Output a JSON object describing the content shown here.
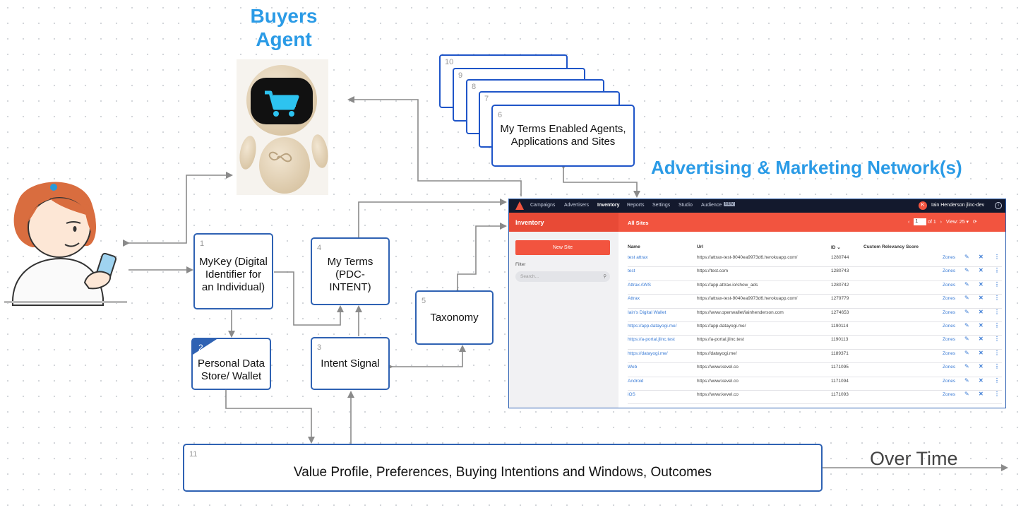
{
  "headings": {
    "buyers_agent_line1": "Buyers",
    "buyers_agent_line2": "Agent",
    "ad_network": "Advertising & Marketing Network(s)",
    "over_time": "Over Time"
  },
  "nodes": {
    "mykey": {
      "num": "1",
      "label": "MyKey (Digital Identifier for an Individual)"
    },
    "pds": {
      "num": "2",
      "label": "Personal Data Store/ Wallet"
    },
    "intent_signal": {
      "num": "3",
      "label": "Intent Signal"
    },
    "my_terms": {
      "num": "4",
      "label": "My Terms (PDC-INTENT)"
    },
    "taxonomy": {
      "num": "5",
      "label": "Taxonomy"
    },
    "agents_stack": {
      "nums": [
        "10",
        "9",
        "8",
        "7"
      ],
      "front_num": "6",
      "label": "My Terms Enabled Agents, Applications and Sites"
    },
    "value_profile": {
      "num": "11",
      "label": "Value Profile, Preferences, Buying Intentions and Windows, Outcomes"
    }
  },
  "colors": {
    "accent": "#2b9be6",
    "box_border": "#2f62b3",
    "app_red": "#f2543f",
    "app_nav": "#13192d"
  },
  "icons": [
    "robot-shopping-cart-icon",
    "user-with-phone-icon"
  ],
  "app": {
    "nav_items": [
      "Campaigns",
      "Advertisers",
      "Inventory",
      "Reports",
      "Settings",
      "Studio",
      "Audience"
    ],
    "audience_tag": "NEW",
    "user": "Iain Henderson jlinc-dev",
    "avatar_letter": "K",
    "section_title": "Inventory",
    "subsection": "All Sites",
    "page_current": "1",
    "page_of": "of 1",
    "view_label": "View: 25",
    "new_site_button": "New Site",
    "filter_label": "Filter",
    "search_placeholder": "Search...",
    "columns": [
      "Name",
      "Url",
      "ID ⌄",
      "Custom Relevancy Score"
    ],
    "zones_label": "Zones",
    "rows": [
      {
        "name": "test attrax",
        "url": "https://attrax-test-9040ea9973d6.herokuapp.com/",
        "id": "1280744"
      },
      {
        "name": "test",
        "url": "https://test.com",
        "id": "1280743"
      },
      {
        "name": "Attrax AWS",
        "url": "https://app.attrax.io/show_ads",
        "id": "1280742"
      },
      {
        "name": "Attrax",
        "url": "https://attrax-test-9040ea9973d6.herokuapp.com/",
        "id": "1279779"
      },
      {
        "name": "Iain's Digital Wallet",
        "url": "https://www.openwallet/iainhenderson.com",
        "id": "1274653"
      },
      {
        "name": "https://app.datayogi.me/",
        "url": "https://app.datayogi.me/",
        "id": "1190114"
      },
      {
        "name": "https://a-portal.jlinc.test",
        "url": "https://a-portal.jlinc.test",
        "id": "1190113"
      },
      {
        "name": "https://datayogi.me/",
        "url": "https://datayogi.me/",
        "id": "1189371"
      },
      {
        "name": "Web",
        "url": "https://www.kevel.co",
        "id": "1171095"
      },
      {
        "name": "Android",
        "url": "https://www.kevel.co",
        "id": "1171094"
      },
      {
        "name": "iOS",
        "url": "https://www.kevel.co",
        "id": "1171093"
      }
    ]
  }
}
